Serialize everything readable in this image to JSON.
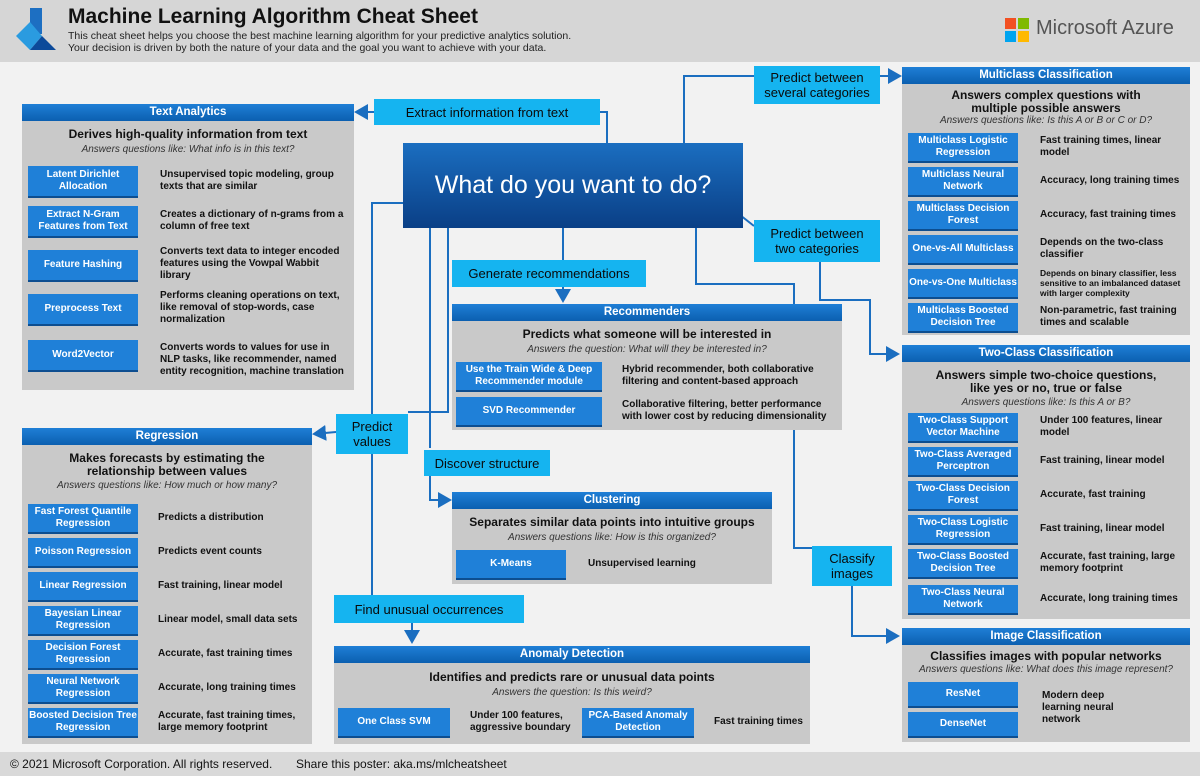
{
  "header": {
    "title": "Machine Learning Algorithm Cheat Sheet",
    "subtitle_1": "This cheat sheet helps you choose the best machine learning algorithm for your predictive analytics solution.",
    "subtitle_2": "Your decision is driven by both the nature of your data and the goal you want to achieve with your data.",
    "brand": "Microsoft Azure"
  },
  "center": "What do you want to do?",
  "questions": {
    "extract": "Extract information from text",
    "predict_several": "Predict between several categories",
    "predict_two": "Predict between two categories",
    "recommend": "Generate recommendations",
    "predict_values": "Predict values",
    "discover": "Discover structure",
    "classify_images": "Classify images",
    "unusual": "Find unusual occurrences"
  },
  "text_analytics": {
    "header": "Text Analytics",
    "title": "Derives high-quality information from text",
    "question": "Answers questions like: What info is in this text?",
    "items": [
      {
        "algo": "Latent Dirichlet Allocation",
        "desc": "Unsupervised topic modeling, group texts that are similar"
      },
      {
        "algo": "Extract N-Gram Features from Text",
        "desc": "Creates a dictionary of n-grams from a column of free text"
      },
      {
        "algo": "Feature Hashing",
        "desc": "Converts text data to integer encoded features using the Vowpal Wabbit library"
      },
      {
        "algo": "Preprocess Text",
        "desc": "Performs cleaning operations on text, like removal of stop-words, case normalization"
      },
      {
        "algo": "Word2Vector",
        "desc": "Converts words to values for use in NLP tasks, like recommender, named entity recognition, machine translation"
      }
    ]
  },
  "regression": {
    "header": "Regression",
    "title": "Makes forecasts by estimating the relationship between values",
    "question": "Answers questions like: How much or how many?",
    "items": [
      {
        "algo": "Fast Forest Quantile Regression",
        "desc": "Predicts a distribution"
      },
      {
        "algo": "Poisson Regression",
        "desc": "Predicts event counts"
      },
      {
        "algo": "Linear Regression",
        "desc": "Fast training, linear model"
      },
      {
        "algo": "Bayesian Linear Regression",
        "desc": "Linear model, small data sets"
      },
      {
        "algo": "Decision Forest Regression",
        "desc": "Accurate, fast training times"
      },
      {
        "algo": "Neural Network Regression",
        "desc": "Accurate, long training times"
      },
      {
        "algo": "Boosted Decision Tree Regression",
        "desc": "Accurate, fast training times, large memory footprint"
      }
    ]
  },
  "recommenders": {
    "header": "Recommenders",
    "title": "Predicts what someone will be interested in",
    "question": "Answers the question: What will they be interested in?",
    "items": [
      {
        "algo": "Use the Train Wide & Deep Recommender module",
        "desc": "Hybrid recommender, both collaborative filtering and content-based approach"
      },
      {
        "algo": "SVD Recommender",
        "desc": "Collaborative filtering, better performance with lower cost by reducing dimensionality"
      }
    ]
  },
  "clustering": {
    "header": "Clustering",
    "title": "Separates similar data points into intuitive groups",
    "question": "Answers questions like: How is this organized?",
    "items": [
      {
        "algo": "K-Means",
        "desc": "Unsupervised learning"
      }
    ]
  },
  "anomaly": {
    "header": "Anomaly Detection",
    "title": "Identifies and predicts rare or unusual data points",
    "question": "Answers the question: Is this weird?",
    "items": [
      {
        "algo": "One Class SVM",
        "desc": "Under 100 features, aggressive boundary"
      },
      {
        "algo": "PCA-Based Anomaly Detection",
        "desc": "Fast training times"
      }
    ]
  },
  "multiclass": {
    "header": "Multiclass Classification",
    "title": "Answers complex questions with multiple possible answers",
    "question": "Answers questions like: Is this A or B or C or D?",
    "items": [
      {
        "algo": "Multiclass Logistic Regression",
        "desc": "Fast training times, linear model"
      },
      {
        "algo": "Multiclass Neural Network",
        "desc": "Accuracy, long training times"
      },
      {
        "algo": "Multiclass Decision Forest",
        "desc": "Accuracy, fast training times"
      },
      {
        "algo": "One-vs-All Multiclass",
        "desc": "Depends on the two-class classifier"
      },
      {
        "algo": "One-vs-One Multiclass",
        "desc": "Depends on binary classifier, less sensitive to an imbalanced dataset with larger complexity"
      },
      {
        "algo": "Multiclass Boosted Decision Tree",
        "desc": "Non-parametric, fast training times and scalable"
      }
    ]
  },
  "twoclass": {
    "header": "Two-Class Classification",
    "title": "Answers simple two-choice questions, like yes or no, true or false",
    "question": "Answers questions like: Is this A or B?",
    "items": [
      {
        "algo": "Two-Class Support Vector Machine",
        "desc": "Under 100 features, linear model"
      },
      {
        "algo": "Two-Class Averaged Perceptron",
        "desc": "Fast training, linear model"
      },
      {
        "algo": "Two-Class Decision Forest",
        "desc": "Accurate, fast training"
      },
      {
        "algo": "Two-Class Logistic Regression",
        "desc": "Fast training, linear model"
      },
      {
        "algo": "Two-Class Boosted Decision Tree",
        "desc": "Accurate, fast training, large memory footprint"
      },
      {
        "algo": "Two-Class Neural Network",
        "desc": "Accurate, long training times"
      }
    ]
  },
  "image_classification": {
    "header": "Image Classification",
    "title": "Classifies images with popular networks",
    "question": "Answers questions like: What does this image represent?",
    "items": [
      {
        "algo": "ResNet"
      },
      {
        "algo": "DenseNet"
      }
    ],
    "desc": "Modern deep learning neural network"
  },
  "footer": {
    "copyright": "© 2021 Microsoft Corporation. All rights reserved.",
    "share": "Share this poster: aka.ms/mlcheatsheet"
  },
  "colors": {
    "accent": "#1f80d8",
    "question": "#15b4f0",
    "panel": "#c9c9c9",
    "center": "#0a3f86"
  }
}
